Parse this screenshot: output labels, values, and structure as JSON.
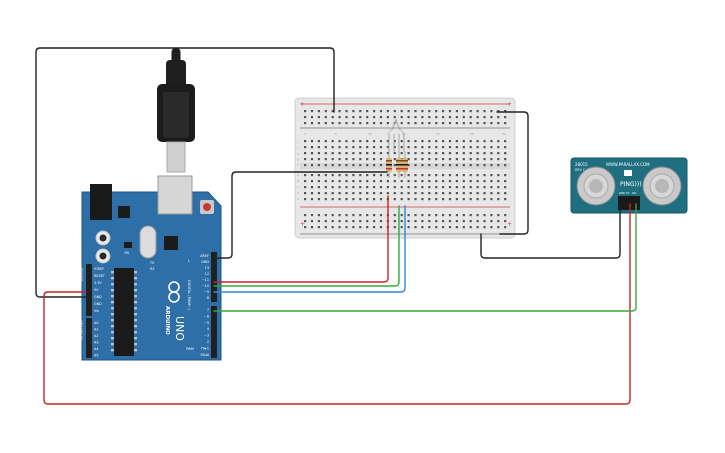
{
  "arduino": {
    "brand": "ARDUINO",
    "model": "UNO",
    "power_header_label": "POWER",
    "analog_header_label": "ANALOG IN",
    "digital_header_label": "DIGITAL (PWM~)",
    "pwm_label": "PWM",
    "power_pins": [
      "IOREF",
      "RESET",
      "3.3V",
      "5V",
      "GND",
      "GND",
      "Vin"
    ],
    "analog_pins": [
      "A0",
      "A1",
      "A2",
      "A3",
      "A4",
      "A5"
    ],
    "digital_top_pins": [
      "AREF",
      "GND",
      "13",
      "12",
      "~11",
      "~10",
      "~9",
      "8"
    ],
    "digital_bottom_pins": [
      "7",
      "~6",
      "~5",
      "4",
      "~3",
      "2",
      "TX▸1",
      "RX◂0"
    ],
    "led_labels": [
      "L",
      "TX",
      "RX"
    ],
    "on_label": "ON"
  },
  "breadboard": {
    "rail_plus": "+",
    "rail_minus": "-",
    "row_letters_top": [
      "j",
      "i",
      "h",
      "g",
      "f"
    ],
    "row_letters_bottom": [
      "e",
      "d",
      "c",
      "b",
      "a"
    ],
    "column_numbers": [
      "1",
      "5",
      "10",
      "15",
      "20",
      "25",
      "30"
    ]
  },
  "sensor": {
    "model": "28015",
    "rev": "REV C",
    "brand": "PING)))",
    "url": "WWW.PARALLAX.COM",
    "pins": [
      "GND",
      "5V",
      "SIG"
    ]
  },
  "colors": {
    "arduino_board": "#2d6fa6",
    "breadboard": "#e7e7e7",
    "sensor_board": "#1f6f80",
    "wire_black": "#222222",
    "wire_red": "#cc2222",
    "wire_green": "#38a838",
    "wire_blue": "#2f86d6",
    "rgb_led_leads": "#a0a0a0"
  }
}
